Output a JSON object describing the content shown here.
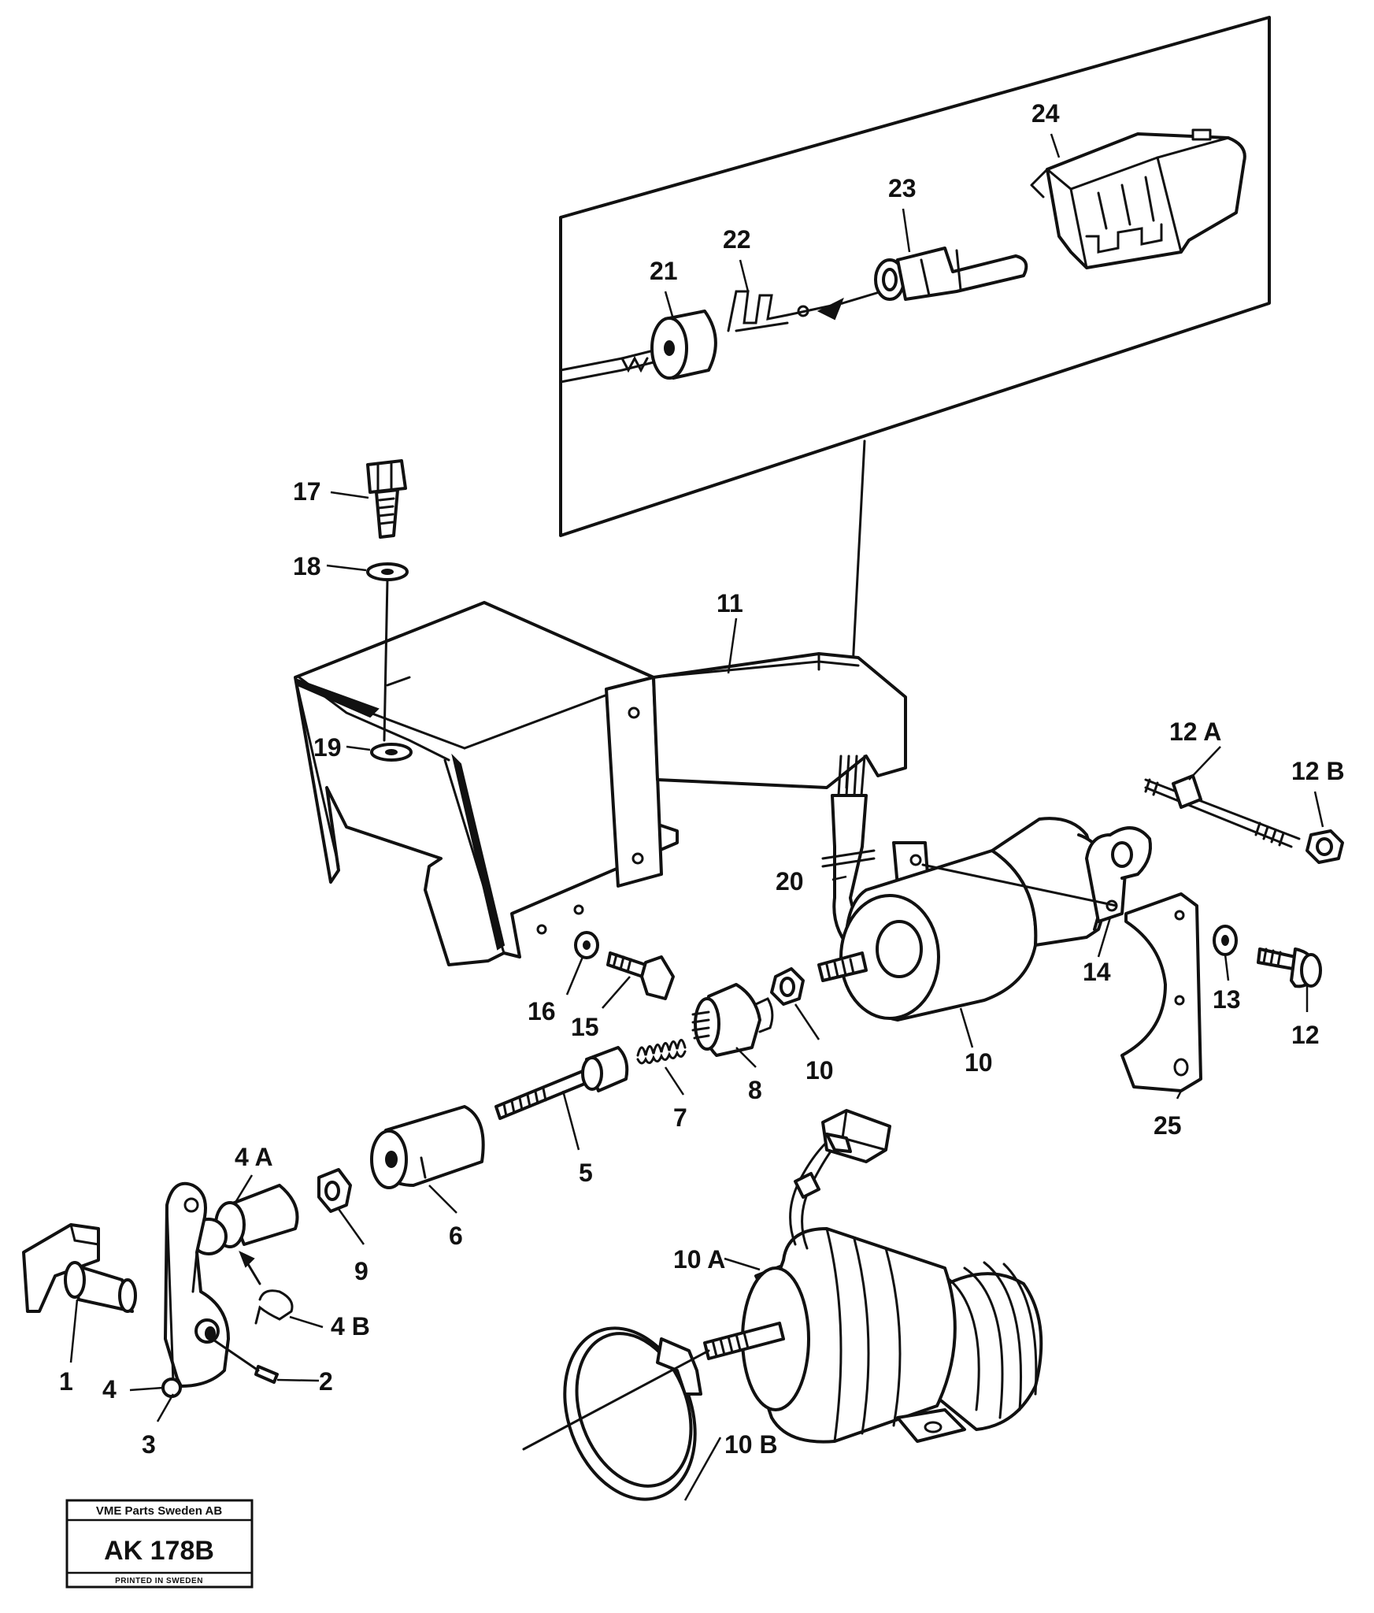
{
  "callouts": {
    "c1": "1",
    "c2": "2",
    "c3": "3",
    "c4": "4",
    "c4a": "4 A",
    "c4b": "4 B",
    "c5": "5",
    "c6": "6",
    "c7": "7",
    "c8": "8",
    "c9": "9",
    "c10a": "10",
    "c10b": "10",
    "c10A": "10 A",
    "c10B": "10 B",
    "c11": "11",
    "c12": "12",
    "c12a": "12 A",
    "c12b": "12 B",
    "c13": "13",
    "c14": "14",
    "c15": "15",
    "c16": "16",
    "c17": "17",
    "c18": "18",
    "c19": "19",
    "c20": "20",
    "c21": "21",
    "c22": "22",
    "c23": "23",
    "c24": "24",
    "c25": "25"
  },
  "stamp": {
    "company": "VME Parts Sweden AB",
    "code": "AK 178B",
    "footer": "PRINTED IN SWEDEN"
  }
}
